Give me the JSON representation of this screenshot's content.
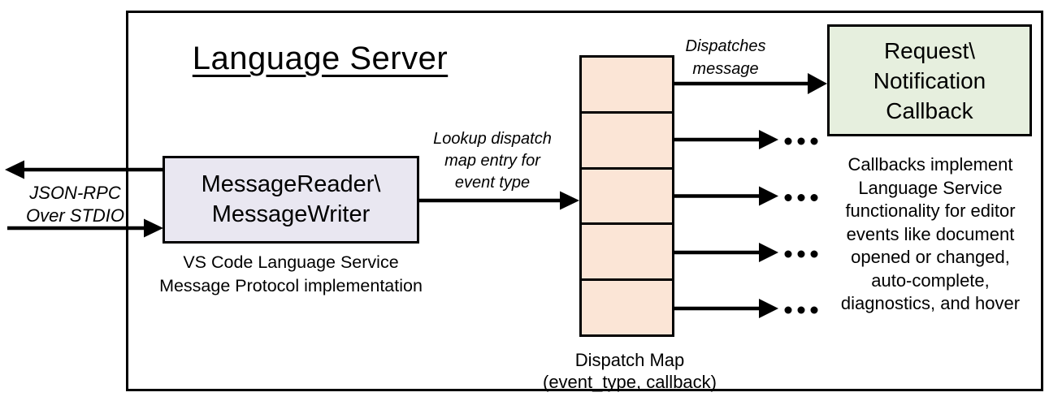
{
  "server": {
    "title": "Language Server"
  },
  "stdio": {
    "line1": "JSON-RPC",
    "line2": "Over STDIO"
  },
  "reader": {
    "line1": "MessageReader\\",
    "line2": "MessageWriter",
    "caption1": "VS Code Language Service",
    "caption2": "Message Protocol implementation"
  },
  "lookup": {
    "line1": "Lookup dispatch",
    "line2": "map entry for",
    "line3": "event type"
  },
  "dispatch": {
    "line1": "Dispatches",
    "line2": "message"
  },
  "map": {
    "label1": "Dispatch Map",
    "label2": "(event_type, callback)",
    "cell_count": 5
  },
  "callback": {
    "line1": "Request\\",
    "line2": "Notification",
    "line3": "Callback"
  },
  "note": {
    "lines": [
      "Callbacks implement",
      "Language Service",
      "functionality for editor",
      "events like document",
      "opened or changed,",
      "auto-complete,",
      "diagnostics, and hover"
    ]
  },
  "colors": {
    "border": "#000000",
    "reader_fill": "#E9E7F1",
    "map_fill": "#FBE5D6",
    "callback_fill": "#E6EFDE"
  }
}
